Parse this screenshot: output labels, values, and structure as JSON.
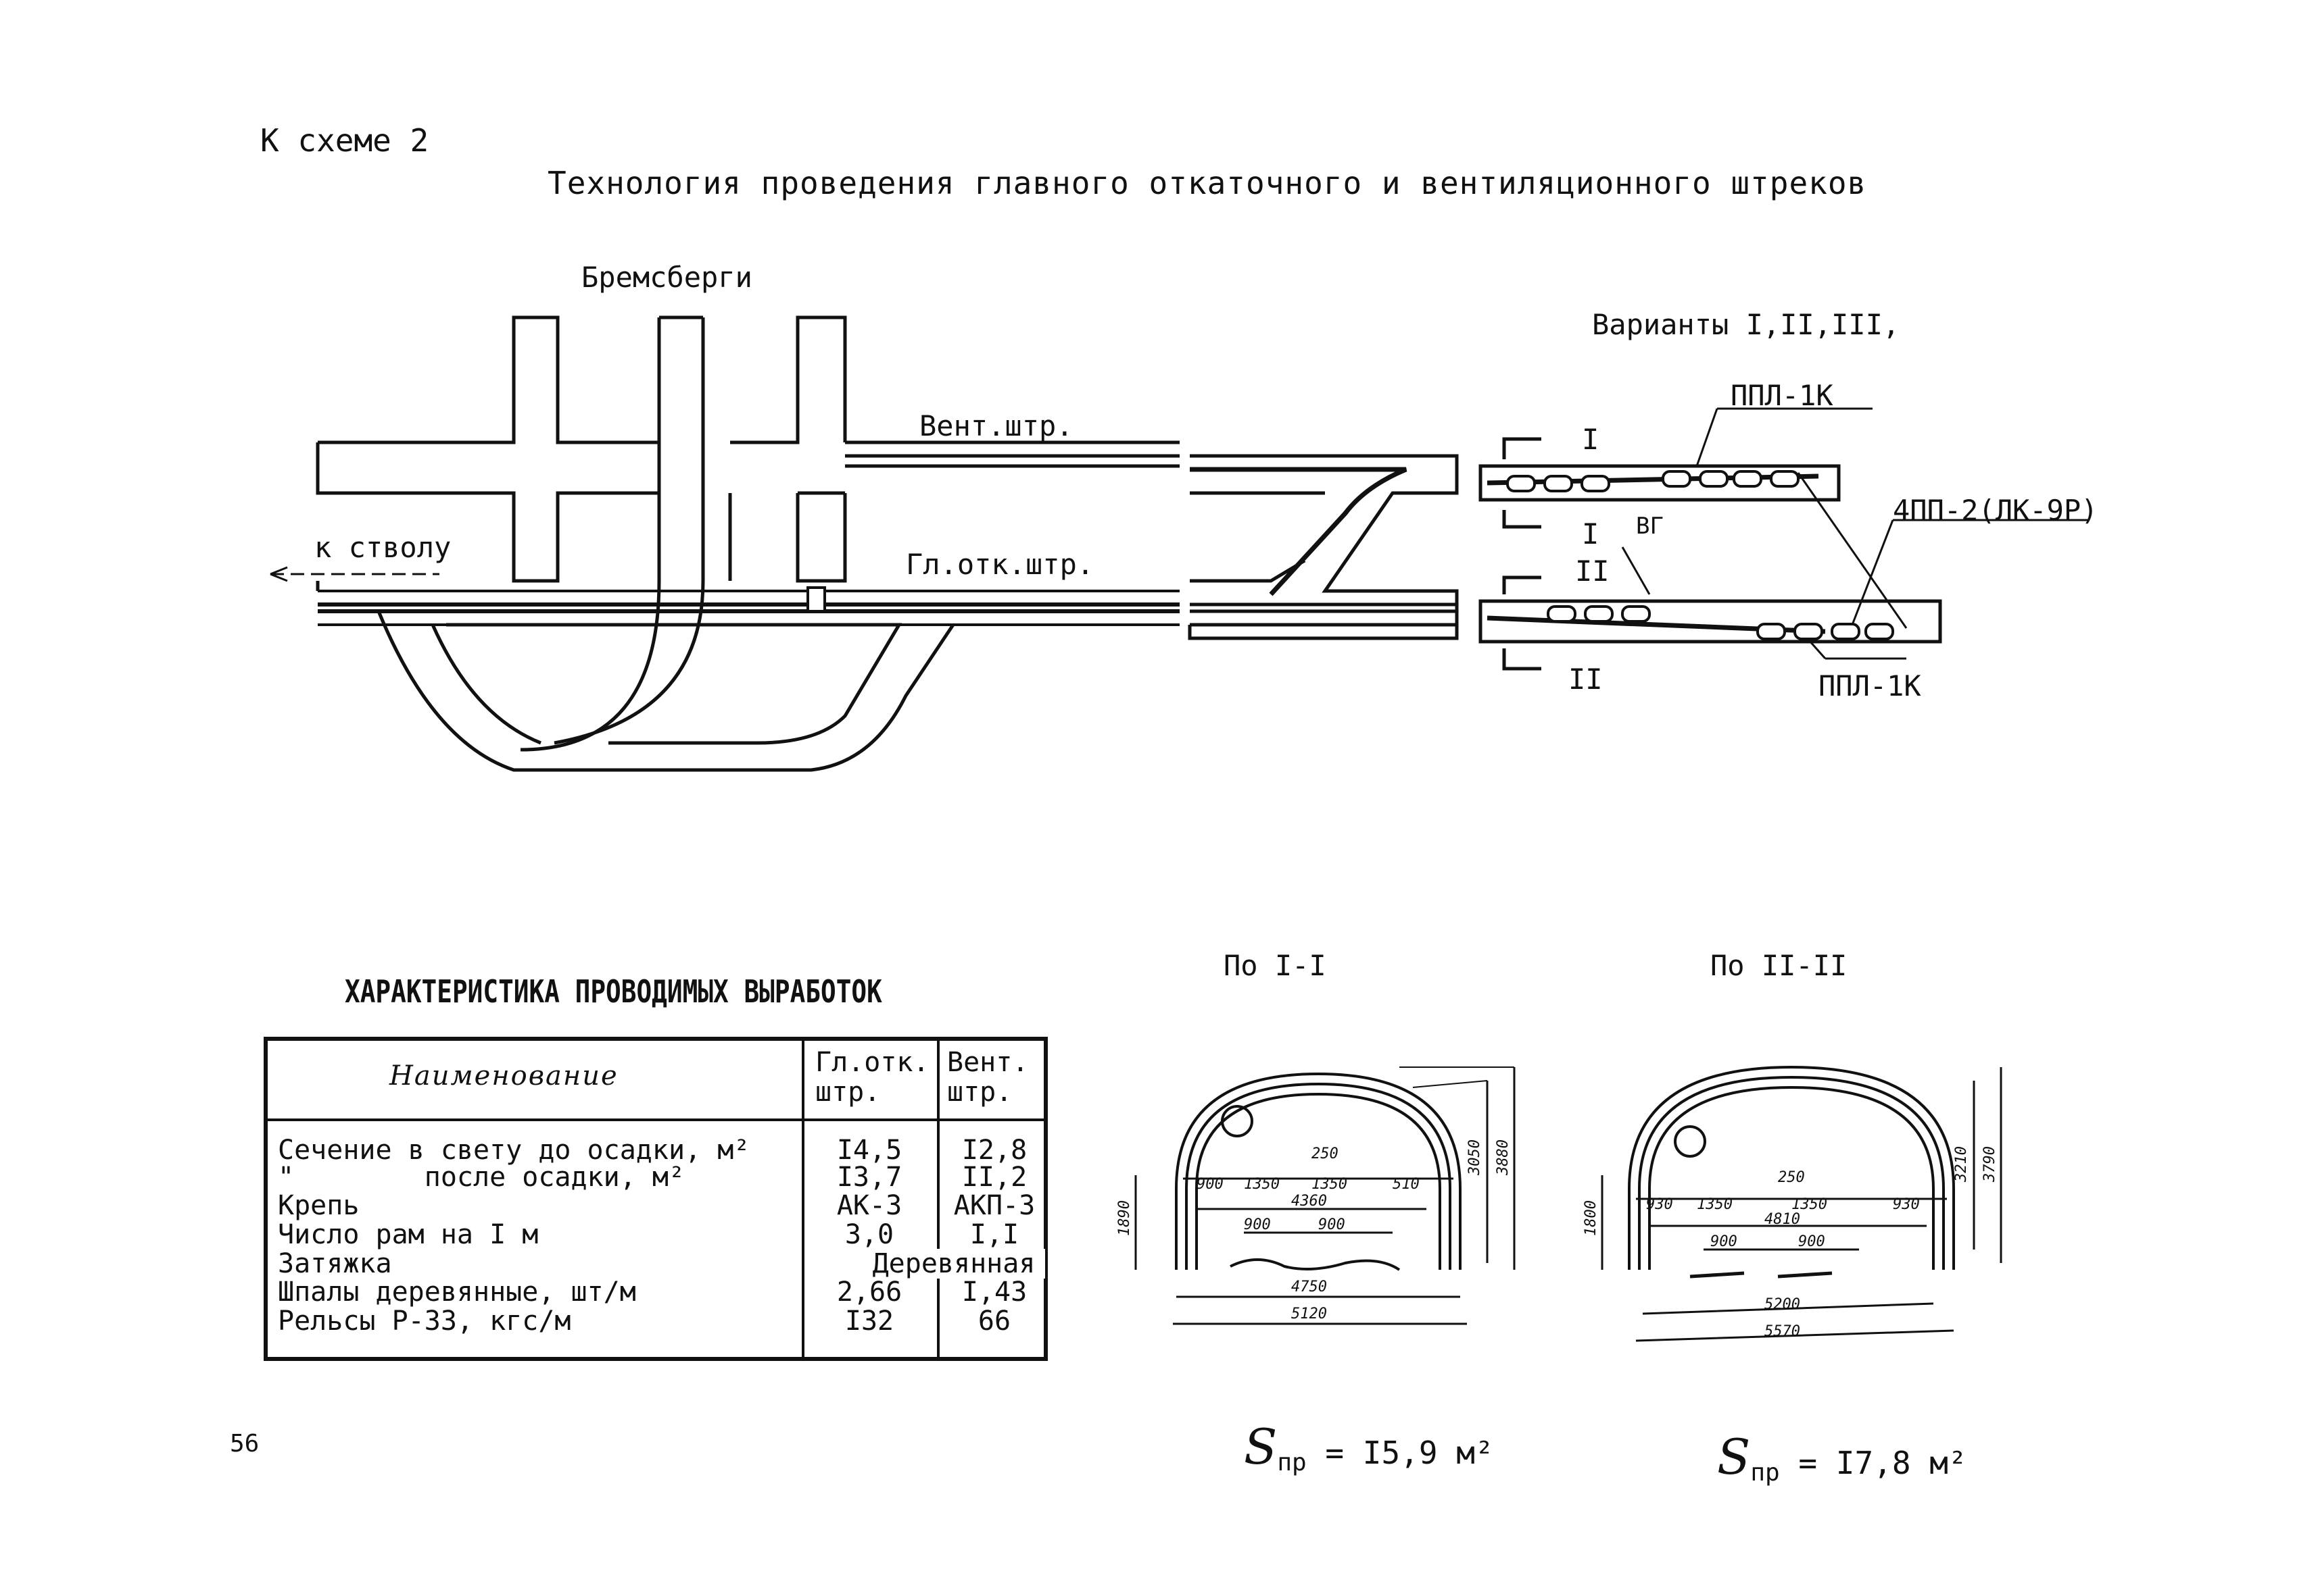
{
  "header": {
    "scheme_ref": "К схеме 2",
    "title": "Технология проведения главного откаточного и вентиляционного штреков"
  },
  "plan": {
    "bremsbergi": "Бремсберги",
    "vent_shtr": "Вент.штр.",
    "to_shaft": "к стволу",
    "gl_otk_shtr": "Гл.отк.штр.",
    "variants": "Варианты I,II,III,",
    "section_I": "I",
    "section_II": "II",
    "ppl_top": "ППЛ-1К",
    "ppl_bottom": "ППЛ-1К",
    "pp_loader": "4ПП-2(ЛК-9Р)",
    "vg": "ВГ"
  },
  "table": {
    "title": "ХАРАКТЕРИСТИКА ПРОВОДИМЫХ ВЫРАБОТОК",
    "headers": [
      "Наименование",
      "Гл.отк.\nштр.",
      "Вент.\nштр."
    ],
    "rows": [
      {
        "name": "Сечение в свету до осадки, м²",
        "gl": "I4,5",
        "vent": "I2,8"
      },
      {
        "name": "\"        после осадки, м²",
        "gl": "I3,7",
        "vent": "II,2"
      },
      {
        "name": "Крепь",
        "gl": "АК-3",
        "vent": "АКП-3"
      },
      {
        "name": "Число рам на I м",
        "gl": "3,0",
        "vent": "I,I"
      },
      {
        "name": "Затяжка",
        "merged": "Деревянная"
      },
      {
        "name": "Шпалы деревянные, шт/м",
        "gl": "2,66",
        "vent": "I,43"
      },
      {
        "name": "Рельсы Р-33,  кгс/м",
        "gl": "I32",
        "vent": "66"
      }
    ]
  },
  "section1": {
    "title": "По I-I",
    "dims": {
      "a": "900",
      "b": "1350",
      "c": "1350",
      "d": "510",
      "w": "4360",
      "e": "900",
      "f": "900",
      "inner": "4750",
      "outer": "5120",
      "h1": "3050",
      "h2": "3880",
      "side": "1890",
      "top": "250"
    },
    "area_symbol": "S",
    "area_sub": "пр",
    "area_value": "= I5,9 м²"
  },
  "section2": {
    "title": "По II-II",
    "dims": {
      "a": "930",
      "b": "1350",
      "c": "1350",
      "d": "930",
      "w": "4810",
      "e": "900",
      "f": "900",
      "inner": "5200",
      "outer": "5570",
      "h1": "3210",
      "h2": "3790",
      "side": "1800",
      "top": "250"
    },
    "area_symbol": "S",
    "area_sub": "пр",
    "area_value": "= I7,8 м²"
  },
  "page_mark": "56"
}
